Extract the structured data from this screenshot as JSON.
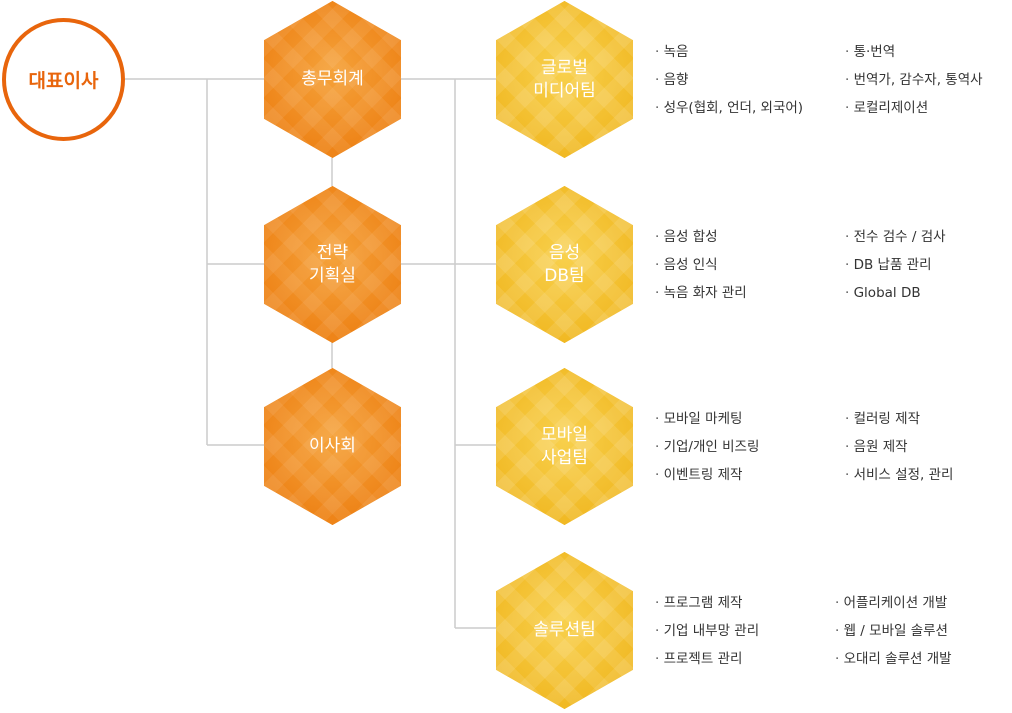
{
  "colors": {
    "ceo_ring": "#e8650c",
    "orange_hex": "#f08a1c",
    "yellow_hex": "#f3bf2c",
    "connector": "#cccccc",
    "list_text": "#333333"
  },
  "ceo": {
    "label": "대표이사"
  },
  "management": [
    {
      "id": "general-affairs",
      "label": "총무회계"
    },
    {
      "id": "strategy",
      "label": "전략\n기획실"
    },
    {
      "id": "board",
      "label": "이사회"
    }
  ],
  "teams": [
    {
      "id": "global-media",
      "label": "글로벌\n미디어팀",
      "left": [
        "녹음",
        "음향",
        "성우(협회, 언더, 외국어)"
      ],
      "right": [
        "통·번역",
        "번역가, 감수자, 통역사",
        "로컬리제이션"
      ]
    },
    {
      "id": "voice-db",
      "label": "음성\nDB팀",
      "left": [
        "음성 합성",
        "음성 인식",
        "녹음 화자 관리"
      ],
      "right": [
        "전수 검수 / 검사",
        "DB 납품 관리",
        "Global DB"
      ]
    },
    {
      "id": "mobile",
      "label": "모바일\n사업팀",
      "left": [
        "모바일 마케팅",
        "기업/개인 비즈링",
        "이벤트링 제작"
      ],
      "right": [
        "컬러링 제작",
        "음원 제작",
        "서비스 설정, 관리"
      ]
    },
    {
      "id": "solution",
      "label": "솔루션팀",
      "left": [
        "프로그램 제작",
        "기업 내부망 관리",
        "프로젝트 관리"
      ],
      "right": [
        "어플리케이션 개발",
        "웹 / 모바일 솔루션",
        "오대리 솔루션 개발"
      ]
    }
  ]
}
